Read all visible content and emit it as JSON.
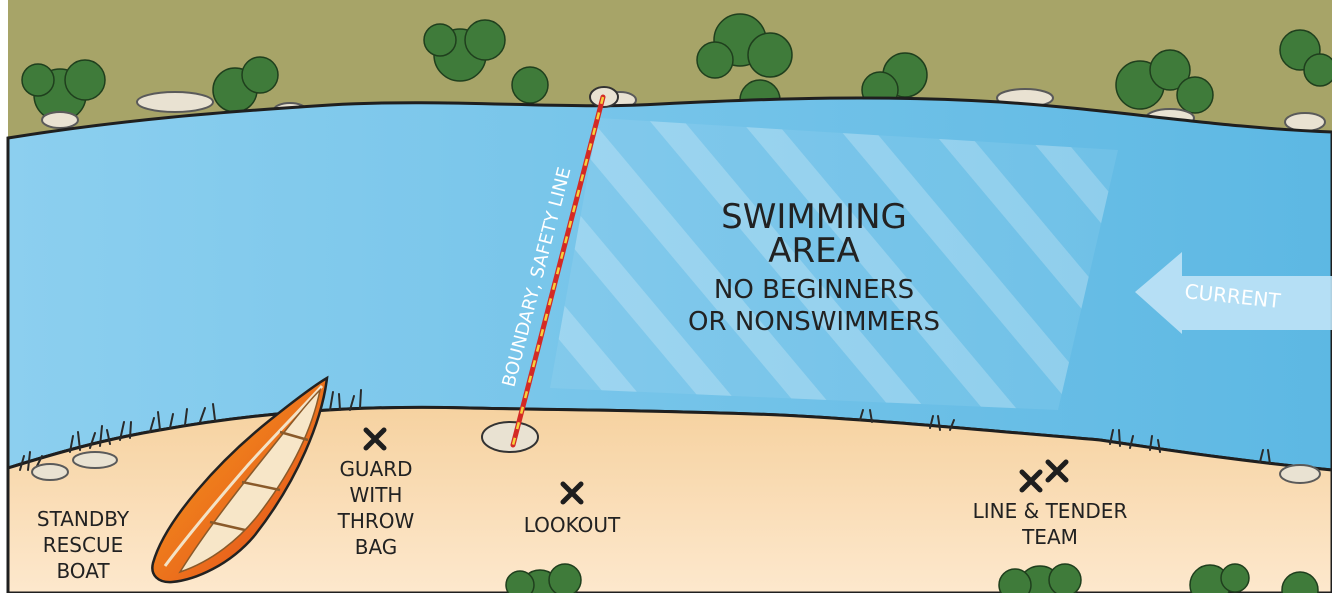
{
  "swimming_area": {
    "title_line1": "SWIMMING",
    "title_line2": "AREA",
    "subtitle_line1": "NO BEGINNERS",
    "subtitle_line2": "OR NONSWIMMERS"
  },
  "rope_label": "BOUNDARY, SAFETY LINE",
  "current_label": "CURRENT",
  "positions": {
    "rescue_boat": [
      "STANDBY",
      "RESCUE",
      "BOAT"
    ],
    "guard": [
      "GUARD",
      "WITH",
      "THROW",
      "BAG"
    ],
    "lookout": "LOOKOUT",
    "line_tender": [
      "LINE & TENDER",
      "TEAM"
    ]
  },
  "colors": {
    "water": "#7cc6ec",
    "far_bank": "#a7a468",
    "near_bank": "#f8d9ad",
    "canoe": "#e8531f",
    "rope_red": "#d42a25",
    "rope_yellow": "#f6d23c"
  }
}
